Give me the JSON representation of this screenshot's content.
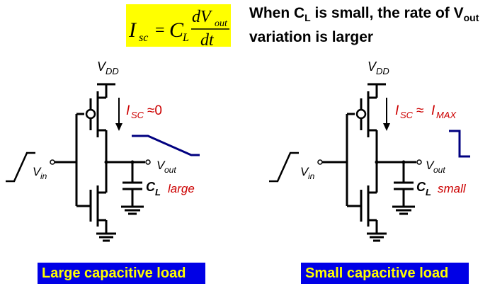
{
  "formula": {
    "lhs": "I",
    "lhs_sub": "sc",
    "eq": "=",
    "c": "C",
    "c_sub": "L",
    "num": "dV",
    "num_sub": "out",
    "den": "dt"
  },
  "headline": {
    "line1_a": "When C",
    "line1_sub1": "L",
    "line1_b": " is small, the rate of V",
    "line1_sub2": "out",
    "line2": "variation is larger"
  },
  "left": {
    "vdd": "V",
    "vdd_sub": "DD",
    "vin": "V",
    "vin_sub": "in",
    "vout": "V",
    "vout_sub": "out",
    "isc": "I",
    "isc_sub": "SC",
    "isc_rel": "≈0",
    "cl": "C",
    "cl_sub": "L",
    "cl_note": "large",
    "caption": "Large capacitive load"
  },
  "right": {
    "vdd": "V",
    "vdd_sub": "DD",
    "vin": "V",
    "vin_sub": "in",
    "vout": "V",
    "vout_sub": "out",
    "isc": "I",
    "isc_sub": "SC",
    "isc_rel": "≈",
    "isc_max": "I",
    "isc_max_sub": "MAX",
    "cl": "C",
    "cl_sub": "L",
    "cl_note": "small",
    "caption": "Small capacitive load"
  },
  "colors": {
    "accent_red": "#cc0000",
    "wave_blue": "#000080",
    "caption_bg": "#0000e6",
    "caption_text": "#ffff00",
    "formula_bg": "#ffff00"
  }
}
